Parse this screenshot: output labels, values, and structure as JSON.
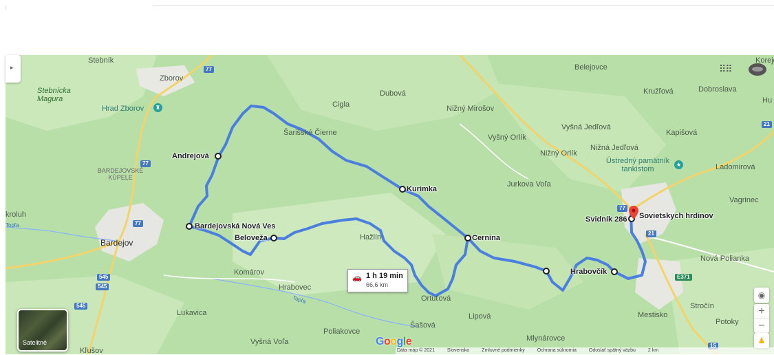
{
  "labels": {
    "stebnik": "Stebník",
    "zborov": "Zborov",
    "stebnicka_magura": "Stebnícka\nMagura",
    "hrad_zborov": "Hrad Zborov",
    "dubova": "Dubová",
    "cigla": "Cigla",
    "nizny_mirosov": "Nižný Mirošov",
    "sarisske_cierne": "Šarišské Čierne",
    "vysny_orlik": "Vyšný Orlík",
    "vysna_jedlova": "Vyšná Jedľová",
    "nizny_orlik": "Nižný Orlík",
    "nizna_jedlova": "Nižná Jedľová",
    "belejovce": "Belejovce",
    "kruzlova": "Kružľová",
    "dobroslava": "Dobroslava",
    "korejov": "Korejov",
    "hu": "Hu",
    "kapisova": "Kapišová",
    "ustredny_pamatnik": "Ústredný pamätník\ntankistom",
    "ladomirova": "Ladomirová",
    "vagrinec": "Vagrinec",
    "bardejovske_kupele": "BARDEJOVSKÉ\nKÚPELE",
    "kroluh": "kroluh",
    "topla": "Topľa",
    "bardejov": "Bardejov",
    "jurkova_vola": "Jurkova Voľa",
    "komarov": "Komárov",
    "hrabovec": "Hrabovec",
    "topla_river": "Topľa",
    "lukavica": "Lukavica",
    "sasova": "Šašová",
    "lipova": "Lipová",
    "poliakovce": "Poliakovce",
    "vysna_vola": "Vyšná Voľa",
    "klusov": "Kľušov",
    "mlynarovce": "Mlynárovce",
    "mestisko": "Mestisko",
    "strocin": "Stročín",
    "potoky": "Potoky",
    "nova_polianka": "Nová Polianka",
    "hazlin": "Hažlín",
    "ortutova": "Ortuťová"
  },
  "stops": {
    "andrejova": "Andrejová",
    "kurimka": "Kurimka",
    "bardejovska_nova_ves": "Bardejovská Nová Ves",
    "beloveza": "Beloveža",
    "cernina": "Cernina",
    "hrabovcik": "Hrabovčík",
    "svidnik": "Svidník 286",
    "sovietskych_hrdinov": "Sovietskych hrdinov"
  },
  "shields": {
    "r77_top": "77",
    "r77_left": "77",
    "r77_bardejov": "77",
    "r545_a": "545",
    "r545_b": "545",
    "r545_c": "545",
    "r77_svidnik": "77",
    "r21_right": "21",
    "r21_svidnik": "21",
    "e371": "E371",
    "r15": "15"
  },
  "route": {
    "duration": "1 h 19 min",
    "distance": "66,6 km",
    "icon": "car-icon"
  },
  "controls": {
    "satellite_label": "Satelitné",
    "zoom_in": "+",
    "zoom_out": "−",
    "apps_icon": "grid-icon",
    "location_icon": "target-icon",
    "pegman_icon": "pegman-icon",
    "expand_icon": "chevron-right-icon"
  },
  "footer": {
    "data": "Dáta máp © 2021",
    "country": "Slovensko",
    "terms": "Zmluvné podmienky",
    "privacy": "Ochrana súkromia",
    "feedback": "Odoslať spätný väzbu",
    "scale": "2 km"
  },
  "brand": "Google",
  "colors": {
    "route": "#4a7fe0",
    "land": "#b9dfa9",
    "urban": "#e8e8e4",
    "road": "#f6e08a",
    "pin": "#ea4335"
  }
}
